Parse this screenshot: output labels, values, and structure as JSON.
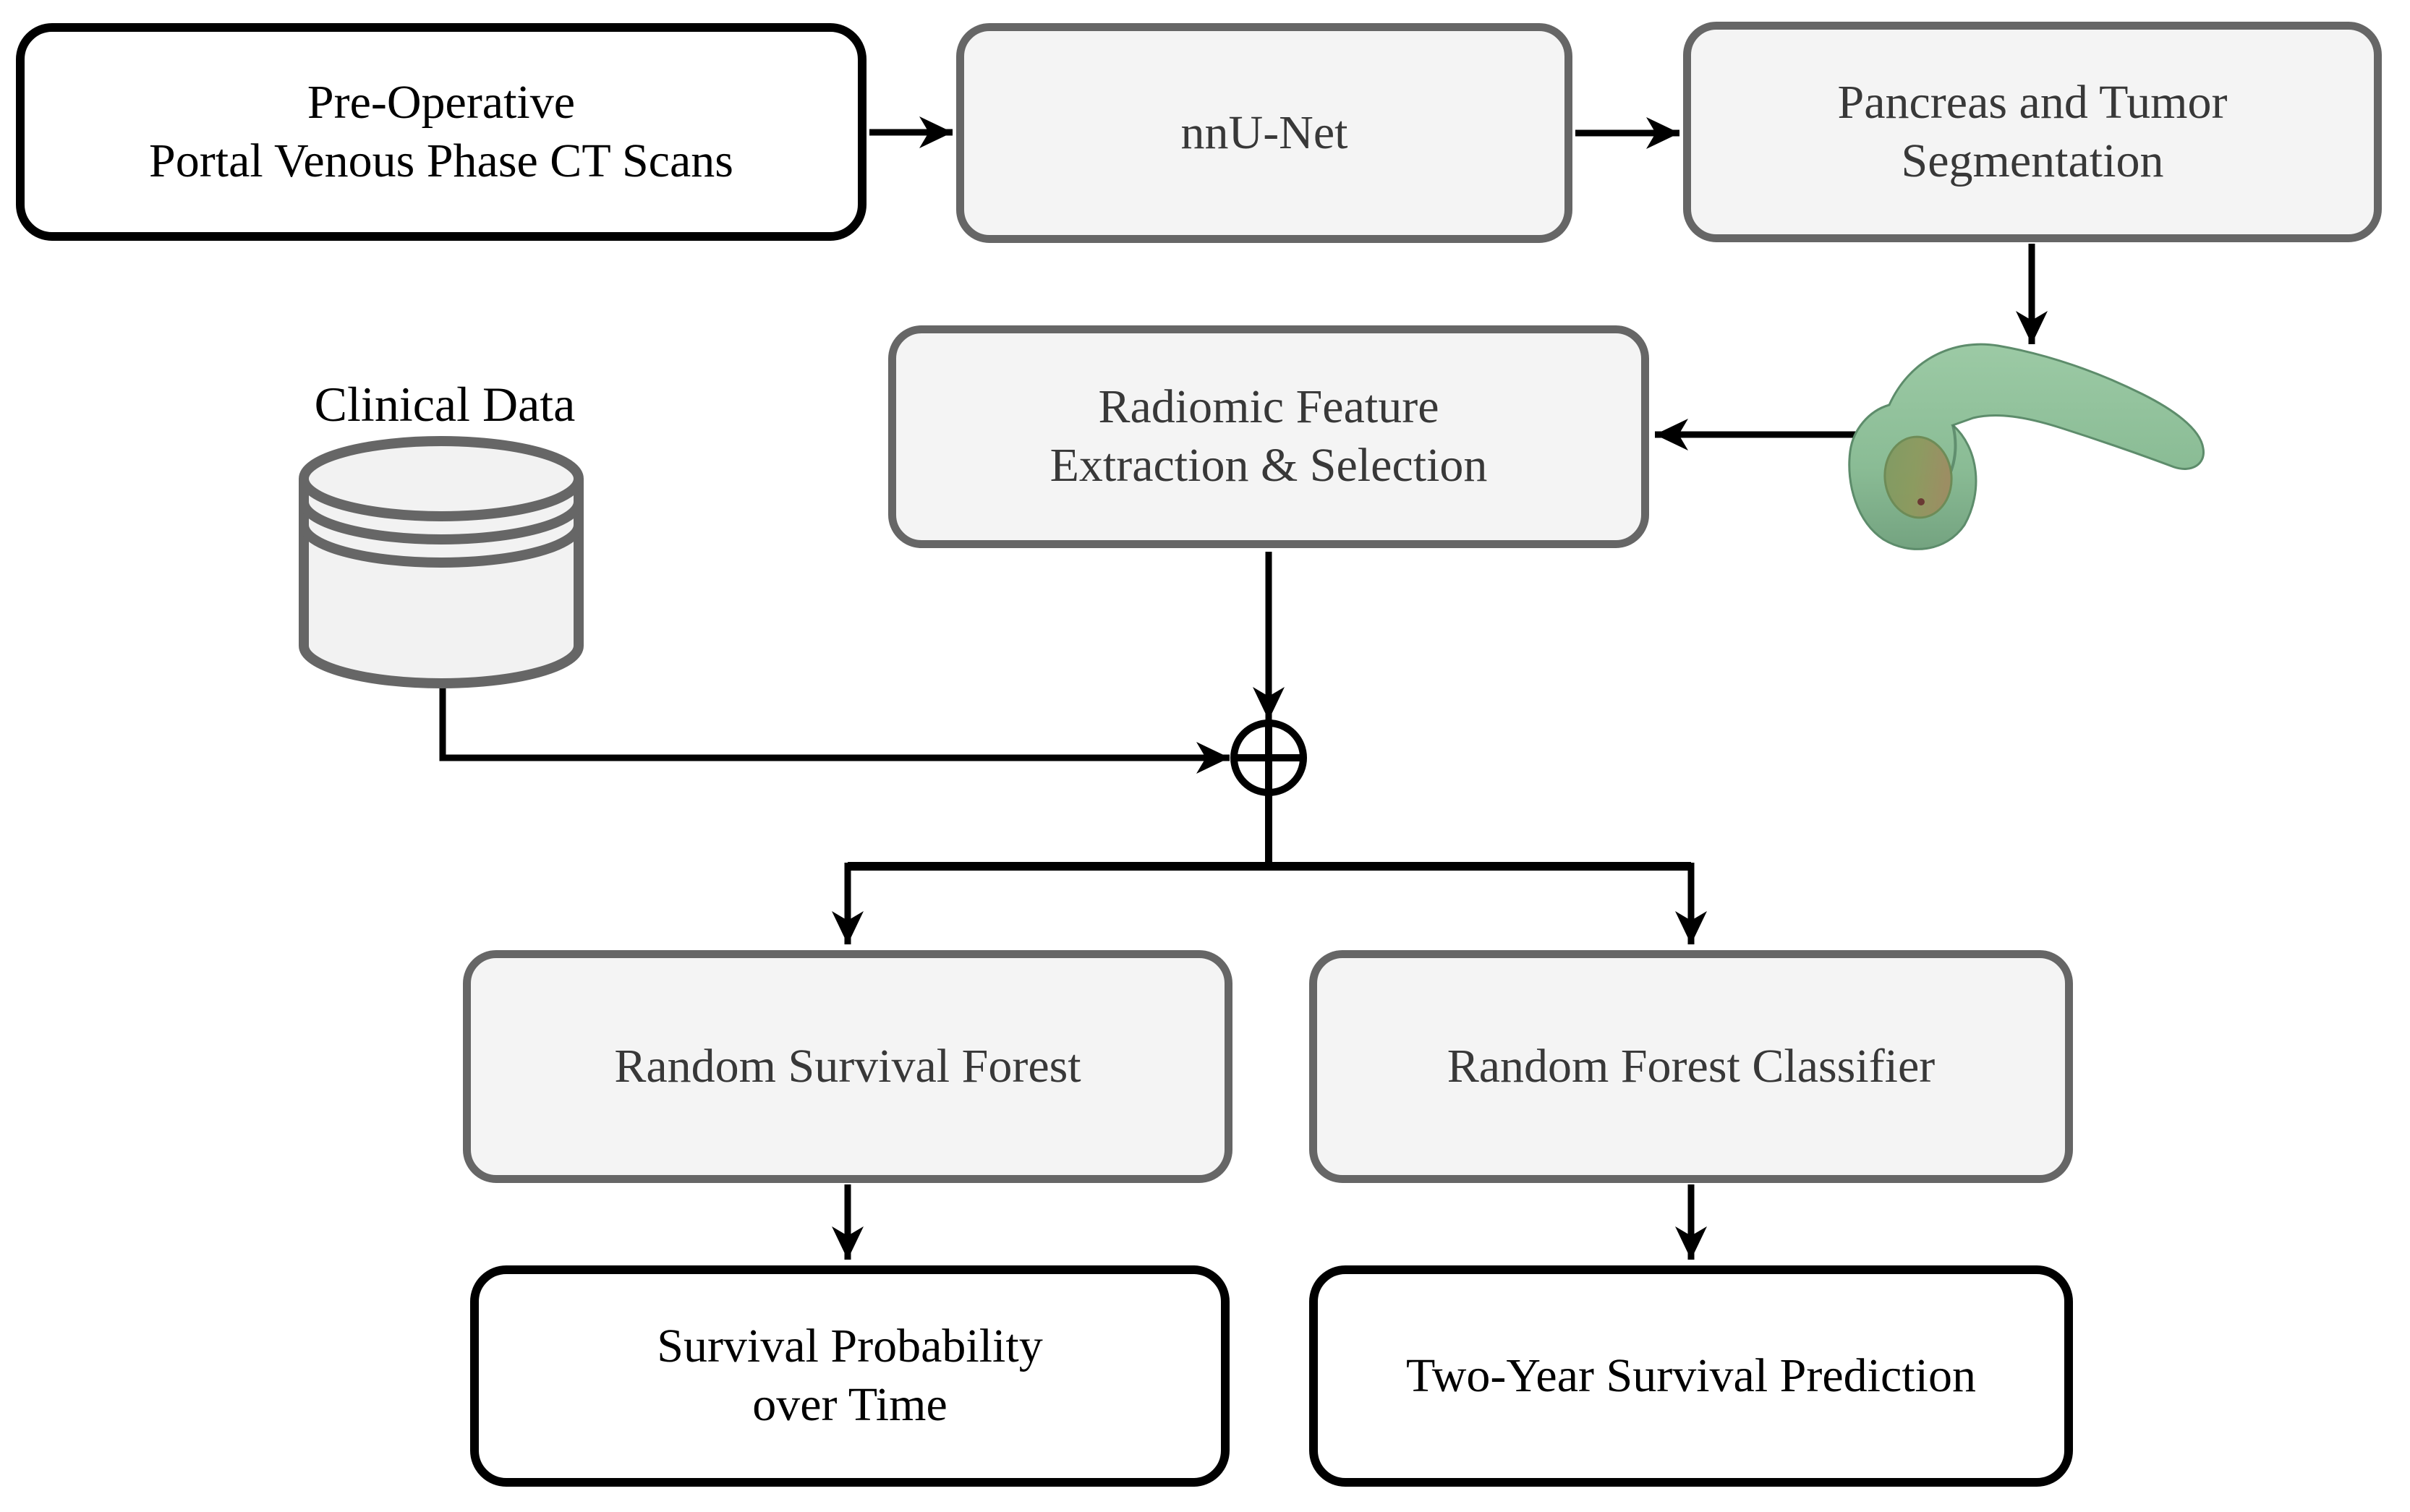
{
  "diagram": {
    "type": "flowchart",
    "background": "#ffffff",
    "nodes": {
      "ct_scans": {
        "label": "Pre-Operative\nPortal Venous Phase CT Scans",
        "kind": "input"
      },
      "nnunet": {
        "label": "nnU-Net",
        "kind": "process"
      },
      "segmentation": {
        "label": "Pancreas and Tumor\nSegmentation",
        "kind": "process"
      },
      "radiomic": {
        "label": "Radiomic Feature\nExtraction & Selection",
        "kind": "process"
      },
      "clinical_data": {
        "label": "Clinical Data",
        "kind": "data-store"
      },
      "rsf": {
        "label": "Random Survival Forest",
        "kind": "process"
      },
      "rfc": {
        "label": "Random Forest Classifier",
        "kind": "process"
      },
      "survival_probability": {
        "label": "Survival Probability\nover Time",
        "kind": "output"
      },
      "two_year_prediction": {
        "label": "Two-Year Survival Prediction",
        "kind": "output"
      }
    },
    "icons": {
      "clinical_data": "database-cylinder-icon",
      "merge": "circle-plus-merge-icon",
      "segmentation_result": "pancreas-tumor-3d-model"
    },
    "edges": [
      {
        "from": "ct_scans",
        "to": "nnunet"
      },
      {
        "from": "nnunet",
        "to": "segmentation"
      },
      {
        "from": "segmentation",
        "to": "pancreas_model"
      },
      {
        "from": "pancreas_model",
        "to": "radiomic"
      },
      {
        "from": "radiomic",
        "to": "merge"
      },
      {
        "from": "clinical_data",
        "to": "merge"
      },
      {
        "from": "merge",
        "to": "rsf"
      },
      {
        "from": "merge",
        "to": "rfc"
      },
      {
        "from": "rsf",
        "to": "survival_probability"
      },
      {
        "from": "rfc",
        "to": "two_year_prediction"
      }
    ],
    "colors": {
      "process_fill": "#f4f4f4",
      "process_border": "#666666",
      "io_fill": "#ffffff",
      "io_border": "#000000",
      "connector": "#000000",
      "process_text": "#383838",
      "io_text": "#000000",
      "pancreas_green_light": "#9ccaa5",
      "pancreas_green_dark": "#74a380",
      "tumor_olive": "#87985e",
      "tumor_brown": "#9d8d62"
    }
  }
}
